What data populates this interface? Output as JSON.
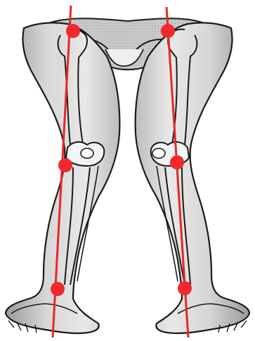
{
  "figure": {
    "colors": {
      "background": "#ffffff",
      "skin_shade": "#bdbdbd",
      "skin_light": "#e6e6e6",
      "outline": "#1a1a1a",
      "bone_fill": "#f4f4f4",
      "axis_line": "#e8262b",
      "joint_marker": "#ee2a2f"
    },
    "legs": [
      {
        "id": "right-leg",
        "joints": [
          "hip",
          "knee",
          "ankle"
        ]
      },
      {
        "id": "left-leg",
        "joints": [
          "hip",
          "knee",
          "ankle"
        ]
      }
    ]
  }
}
